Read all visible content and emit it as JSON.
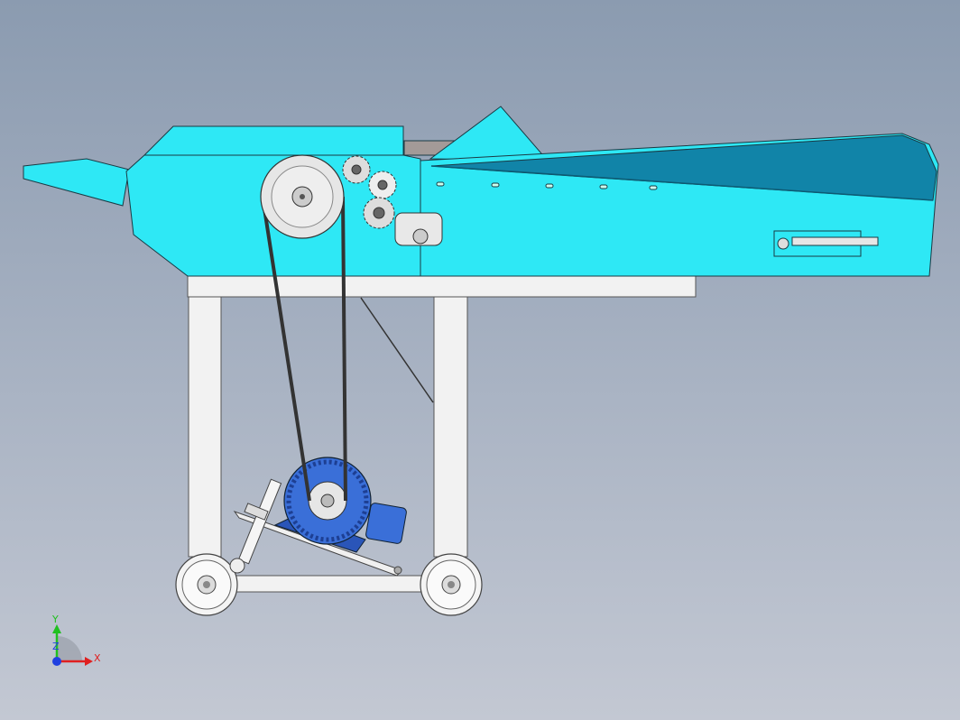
{
  "viewport": {
    "background_top": "#8b9bb0",
    "background_bottom": "#c3c8d3"
  },
  "machine": {
    "body_color": "#2ee8f5",
    "tray_color": "#1184a8",
    "frame_color": "#f2f2f2",
    "motor_color": "#3a6fd8",
    "pulley_color": "#e6e6e6",
    "belt_color": "#333333"
  },
  "triad": {
    "y_label": "Y",
    "x_label": "X",
    "z_label": "Z",
    "x_color": "#e02020",
    "y_color": "#20c020",
    "z_color": "#2040e0"
  }
}
